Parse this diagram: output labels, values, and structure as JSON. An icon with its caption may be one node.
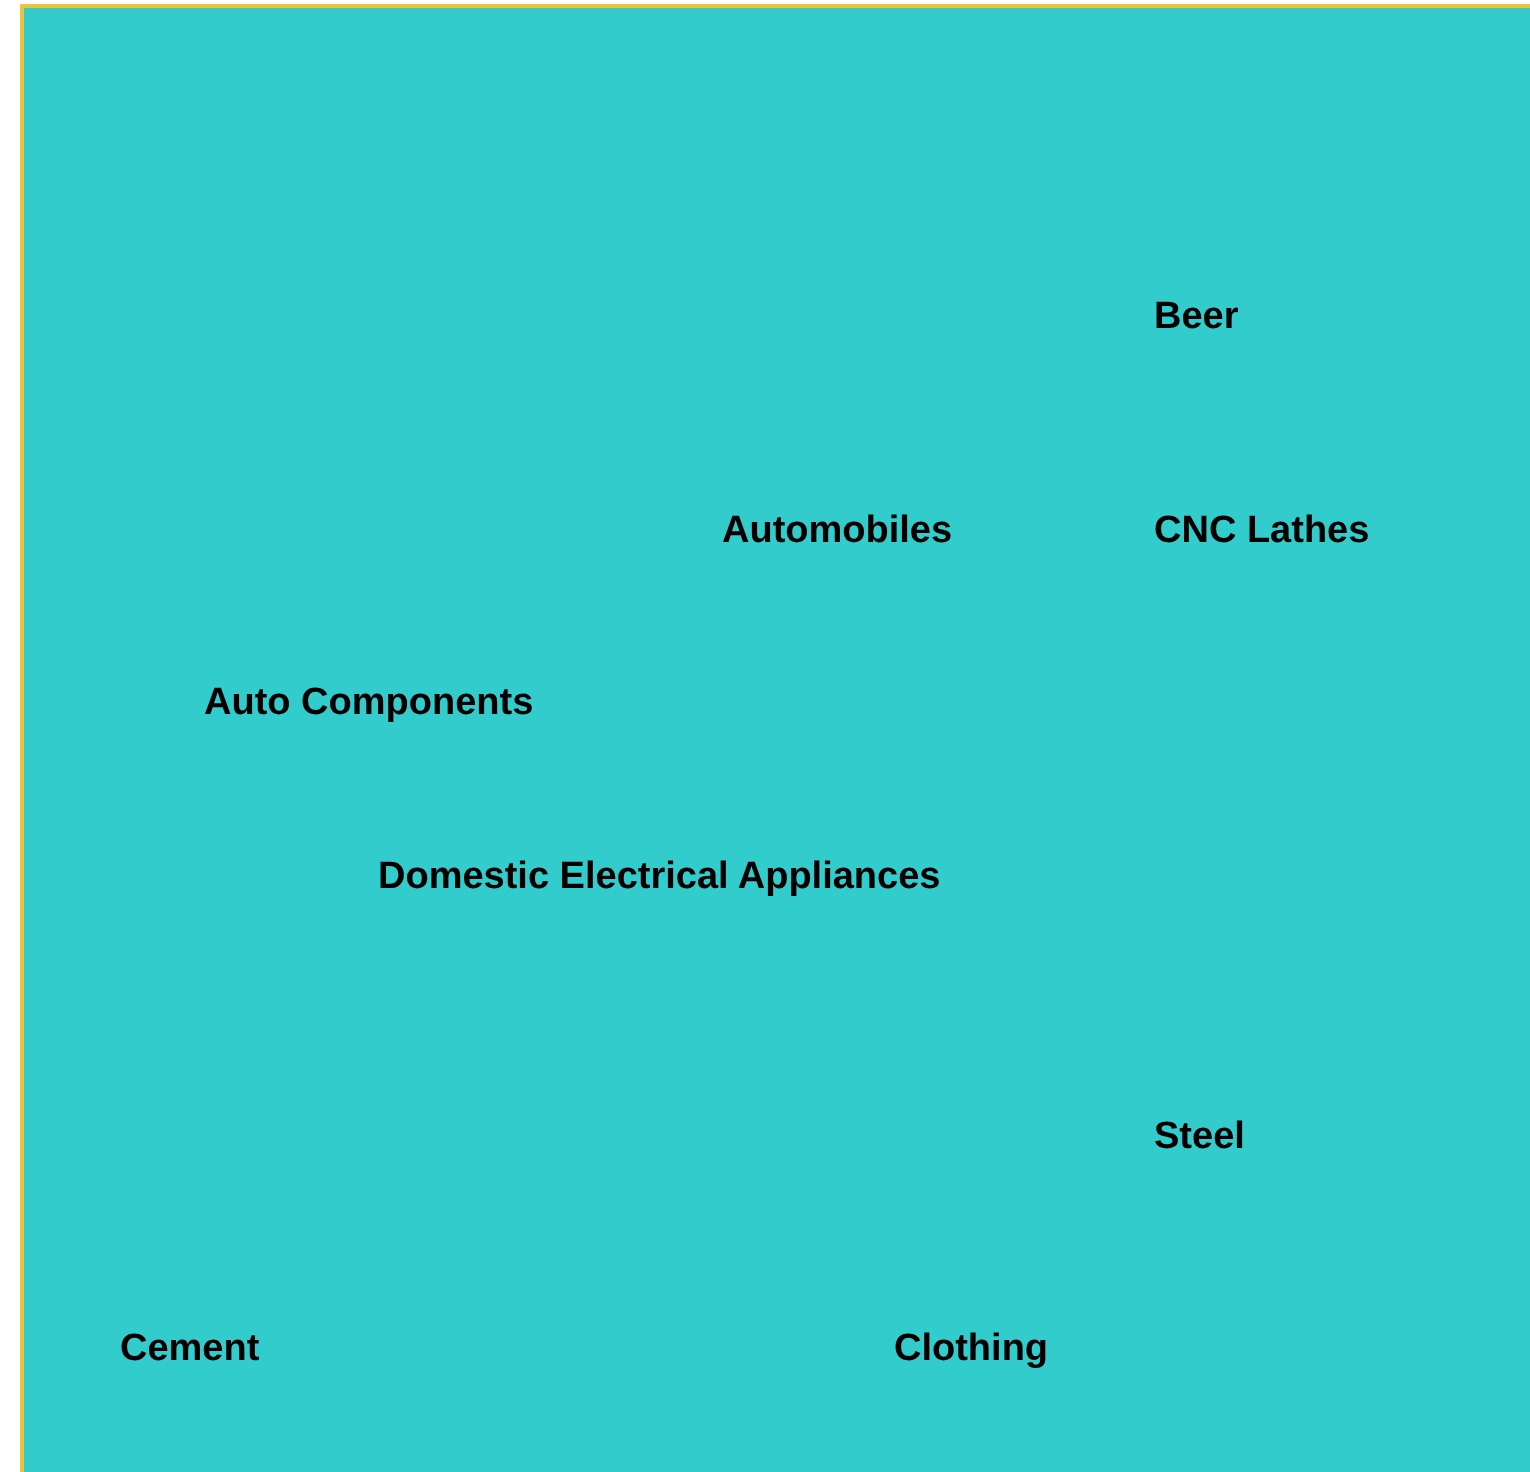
{
  "diagram": {
    "labels": [
      "Beer",
      "Automobiles",
      "CNC Lathes",
      "Auto Components",
      "Domestic Electrical Appliances",
      "Steel",
      "Cement",
      "Clothing"
    ]
  }
}
